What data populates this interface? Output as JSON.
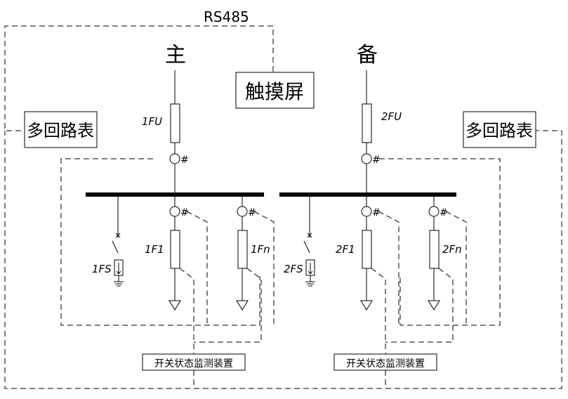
{
  "labels": {
    "rs485": "RS485",
    "main_source": "主",
    "backup_source": "备",
    "touch_screen": "触摸屏",
    "multi_meter_left": "多回路表",
    "multi_meter_right": "多回路表",
    "fuse_1fu": "1FU",
    "fuse_2fu": "2FU",
    "fuse_1f1": "1F1",
    "fuse_1fn": "1Fn",
    "fuse_2f1": "2F1",
    "fuse_2fn": "2Fn",
    "arrester_1fs": "1FS",
    "arrester_2fs": "2FS",
    "monitor_left": "开关状态监测装置",
    "monitor_right": "开关状态监测装置",
    "ct_mark": "#"
  }
}
